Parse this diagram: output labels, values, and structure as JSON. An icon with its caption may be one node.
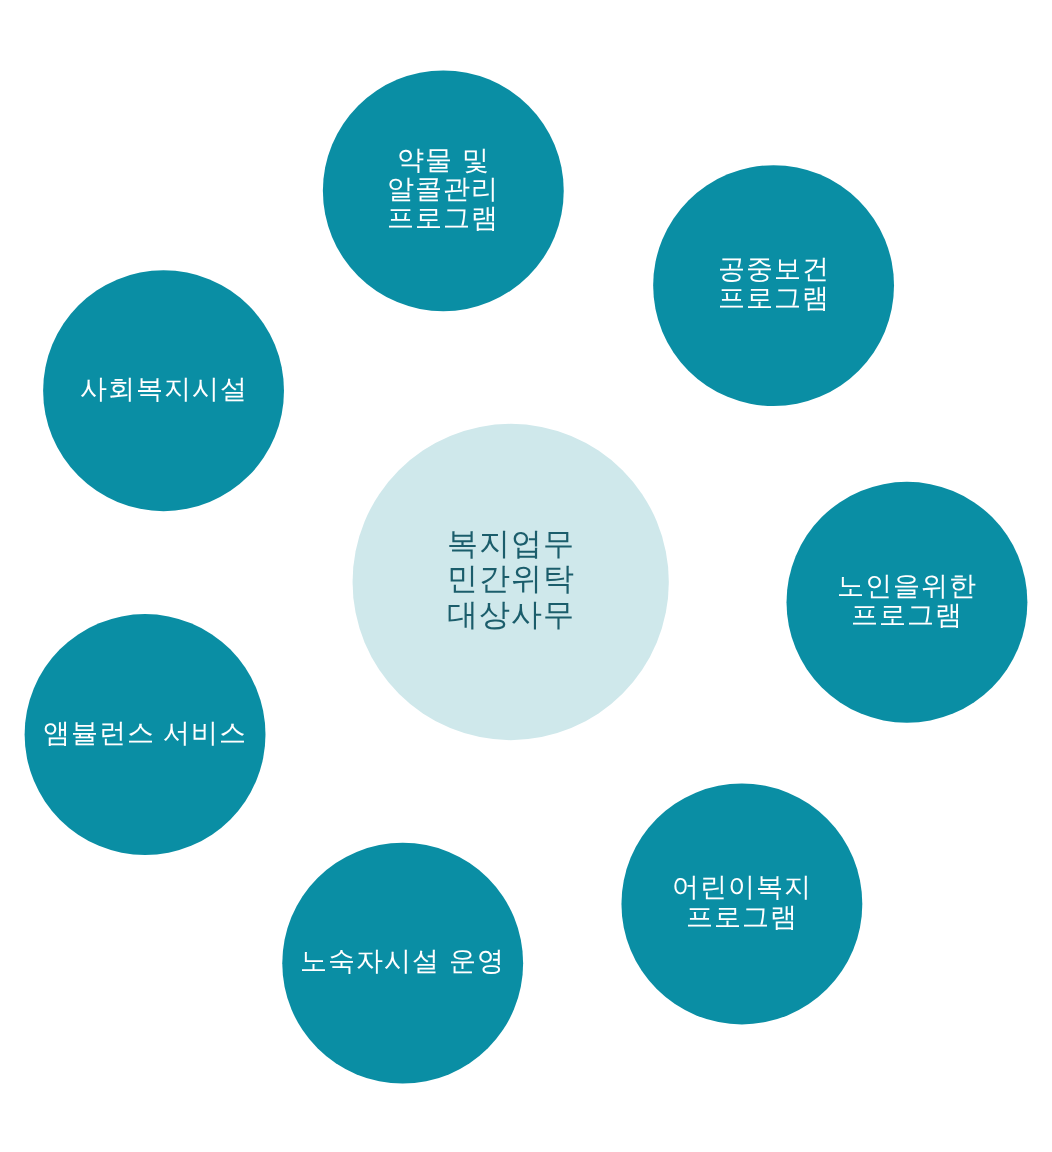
{
  "diagram": {
    "nodes": [
      {
        "text": [
          "사회복지시설"
        ]
      },
      {
        "text": [
          "약물 및 알콜관리 프로그램"
        ]
      },
      {
        "text": [
          "앰뷸런스 서비스"
        ]
      },
      {
        "text": [
          "복지업무 민간위탁 대상사무"
        ]
      },
      {
        "text": [
          "공중보건 프로그램"
        ]
      },
      {
        "text": [
          "노숙자시설 운영"
        ]
      },
      {
        "text": [
          "노인을위한 프로그램"
        ]
      },
      {
        "text": [
          "어린이복지 프로그램"
        ]
      }
    ]
  }
}
